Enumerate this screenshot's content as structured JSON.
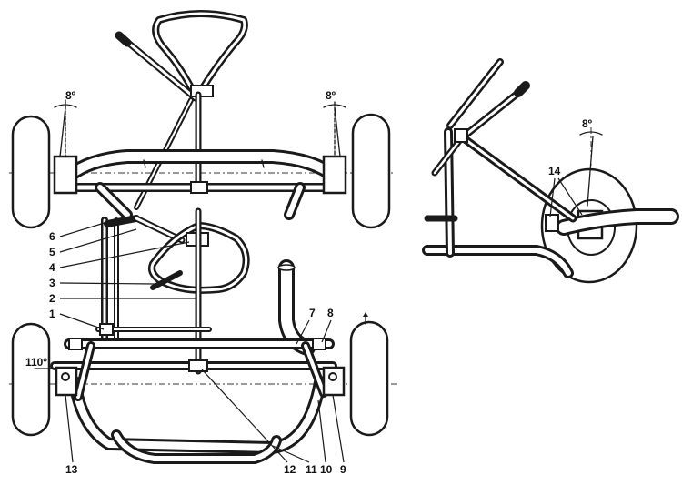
{
  "angles": {
    "top_left": "8º",
    "top_right": "8º",
    "side_view": "8º",
    "bottom_left": "110º"
  },
  "callouts": [
    "1",
    "2",
    "3",
    "4",
    "5",
    "6",
    "7",
    "8",
    "9",
    "10",
    "11",
    "12",
    "13",
    "14"
  ]
}
